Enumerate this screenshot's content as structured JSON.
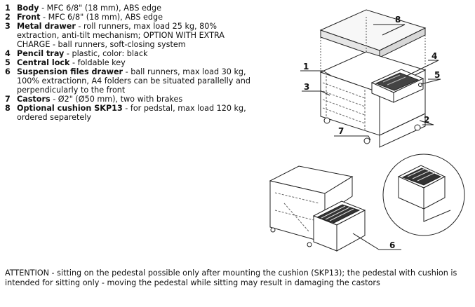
{
  "legend": [
    {
      "num": "1",
      "term": "Body",
      "desc": " - MFC 6/8\" (18 mm), ABS edge"
    },
    {
      "num": "2",
      "term": "Front",
      "desc": " - MFC 6/8\" (18 mm), ABS edge"
    },
    {
      "num": "3",
      "term": "Metal drawer",
      "desc": " - roll runners, max load 25 kg, 80% extraction, anti-tilt mechanism; OPTION WITH EXTRA CHARGE - ball runners, soft-closing system"
    },
    {
      "num": "4",
      "term": "Pencil tray",
      "desc": " - plastic, color: black"
    },
    {
      "num": "5",
      "term": "Central lock",
      "desc": " - foldable key"
    },
    {
      "num": "6",
      "term": "Suspension files drawer",
      "desc": " - ball runners, max load 30 kg, 100% extractionn, A4 folders can be situated parallelly and perpendicularly to the front"
    },
    {
      "num": "7",
      "term": "Castors",
      "desc": " - Ø2\" (Ø50 mm), two with brakes"
    },
    {
      "num": "8",
      "term": "Optional cushion SKP13",
      "desc": " - for pedstal, max load 120 kg, ordered separetely"
    }
  ],
  "callouts": {
    "c1": "1",
    "c2": "2",
    "c3": "3",
    "c4": "4",
    "c5": "5",
    "c6": "6",
    "c7": "7",
    "c8": "8"
  },
  "attention": "ATTENTION - sitting on the pedestal possible only after mounting the cushion (SKP13); the pedestal with cushion is intended for sitting only - moving the pedestal while sitting may result in damaging the castors"
}
